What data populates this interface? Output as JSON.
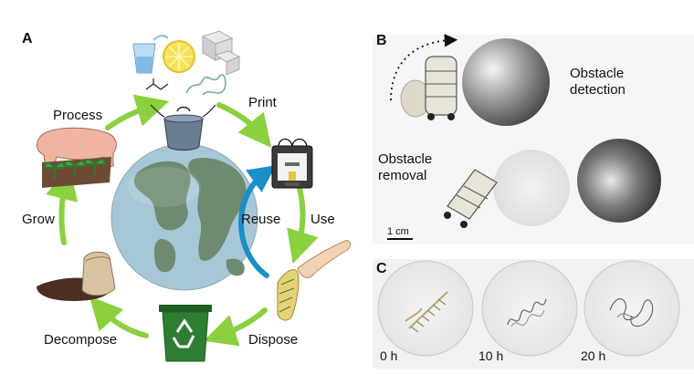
{
  "panelA": {
    "letter": "A",
    "steps": {
      "print": "Print",
      "use": "Use",
      "dispose": "Dispose",
      "decompose": "Decompose",
      "grow": "Grow",
      "process": "Process",
      "reuse": "Reuse"
    },
    "colors": {
      "cycle_arrow": "#8bd03f",
      "reuse_arrow": "#1a8fc8",
      "ocean": "#a8c7d6",
      "land": "#6e8a70",
      "bin": "#2e7d32"
    }
  },
  "panelB": {
    "letter": "B",
    "label_detection": [
      "Obstacle",
      "detection"
    ],
    "label_removal": [
      "Obstacle",
      "removal"
    ],
    "scale": "1 cm"
  },
  "panelC": {
    "letter": "C",
    "times": [
      "0 h",
      "10 h",
      "20 h"
    ]
  }
}
